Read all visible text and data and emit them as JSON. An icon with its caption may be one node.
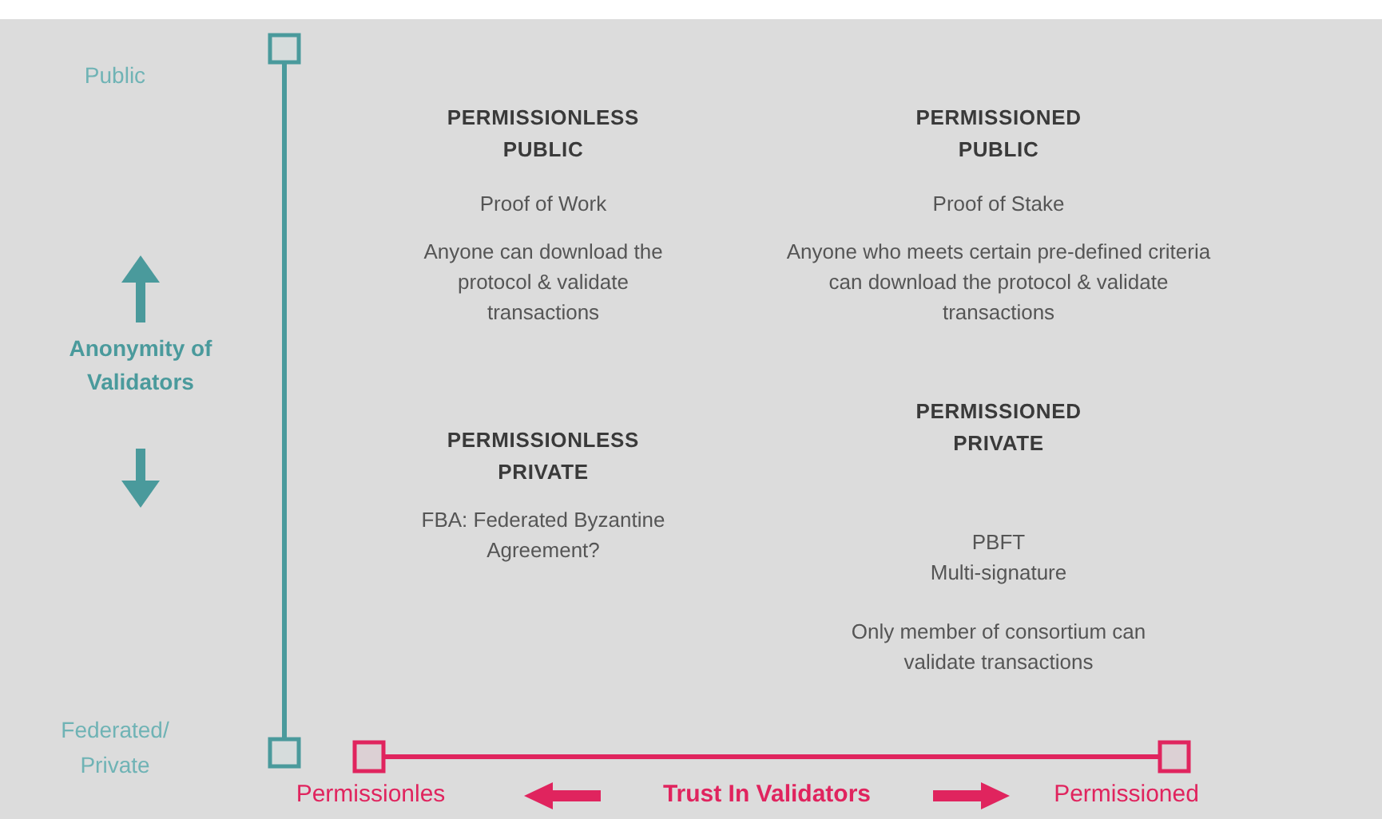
{
  "diagram": {
    "labels": [
      "Public",
      "PERMISSIONLESS PUBLIC",
      "PERMISSIONED PUBLIC",
      "Proof of Work",
      "Proof of Stake",
      "Anyone can download the protocol & validate transactions",
      "Anyone who meets certain pre-defined criteria can download the protocol & validate transactions",
      "Anonymity of Validators",
      "PERMISSIONED PRIVATE",
      "PERMISSIONLESS PRIVATE",
      "PBFT",
      "Multi-signature",
      "FBA: Federated Byzantine Agreement?",
      "Only member of consortium can validate transactions",
      "Federated/ Private",
      "Permissionles",
      "Trust In Validators",
      "Permissioned"
    ]
  }
}
